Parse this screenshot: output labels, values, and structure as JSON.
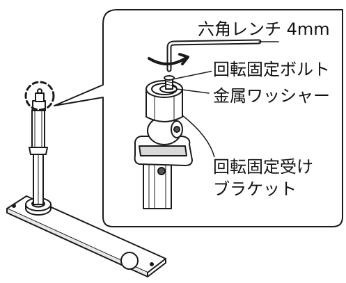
{
  "labels": {
    "hex_wrench": "六角レンチ 4mm",
    "rotation_lock_bolt": "回転固定ボルト",
    "metal_washer": "金属ワッシャー",
    "rotation_lock_bracket_line1": "回転固定受け",
    "rotation_lock_bracket_line2": "ブラケット"
  },
  "colors": {
    "line": "#1a1a1a",
    "fill": "#ffffff",
    "shade": "#d9d9d9",
    "dark": "#555555"
  }
}
